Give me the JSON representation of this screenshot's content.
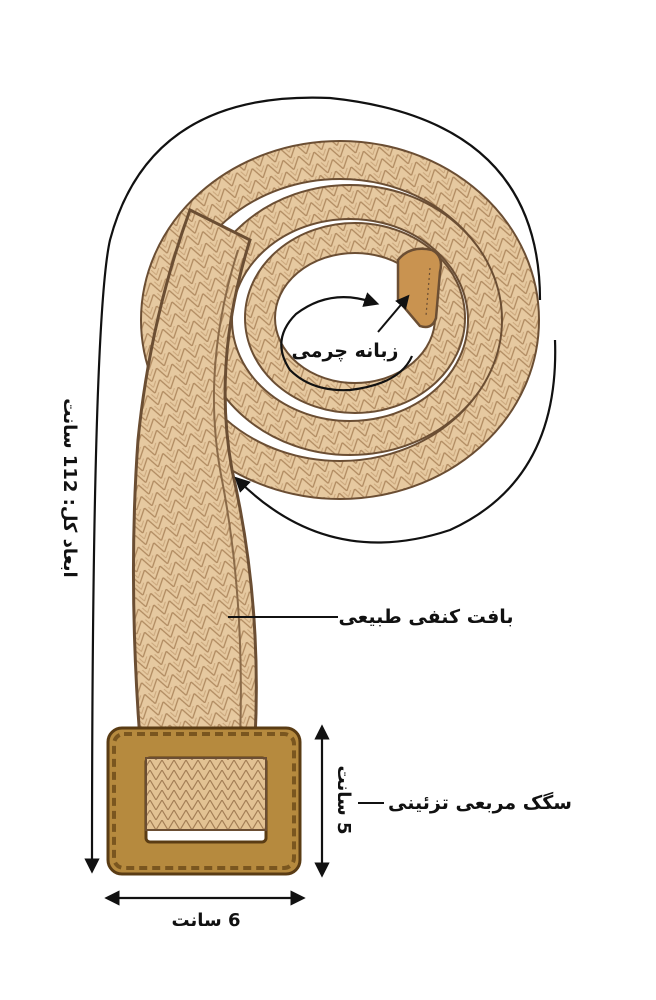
{
  "labels": {
    "leather_tip": "زبانه چرمی",
    "total_length": "ابعاد کل: 112 سانت",
    "weave": "بافت کنفی طبیعی",
    "buckle": "سگک مربعی تزئینی",
    "buckle_height": "5 سانت",
    "buckle_width": "6 سانت"
  },
  "colors": {
    "belt_fill": "#e6c9a0",
    "belt_shadow": "#cfa878",
    "belt_outline": "#6b4e33",
    "leather_tip": "#c99350",
    "buckle_fill": "#b68a3e",
    "buckle_dark": "#6f4d1c",
    "line": "#111111"
  }
}
